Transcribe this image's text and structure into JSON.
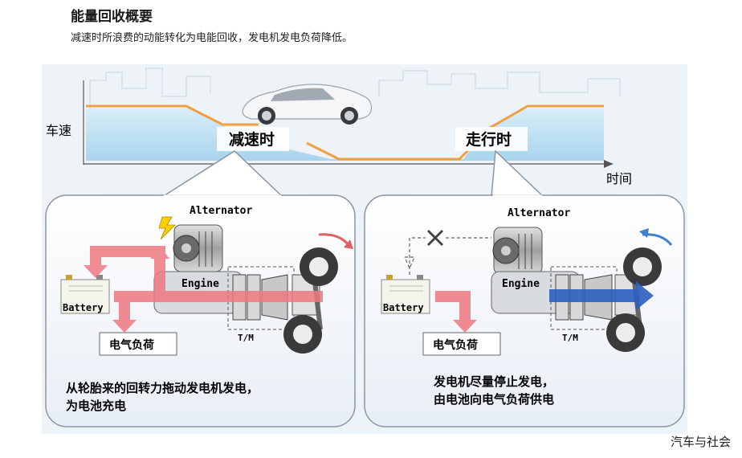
{
  "header": {
    "title": "能量回收概要",
    "subtitle": "减速时所浪费的动能转化为电能回收，发电机发电负荷降低。"
  },
  "speed_graph": {
    "y_axis_label": "车速",
    "x_axis_label": "时间",
    "phase_decel_label": "减速时",
    "phase_drive_label": "走行时"
  },
  "left_panel": {
    "alternator_label": "Alternator",
    "engine_label": "Engine",
    "battery_label": "Battery",
    "tm_label": "T/M",
    "load_label": "电气负荷",
    "caption_line1": "从轮胎来的回转力拖动发电机发电，",
    "caption_line2": "为电池充电"
  },
  "right_panel": {
    "alternator_label": "Alternator",
    "engine_label": "Engine",
    "battery_label": "Battery",
    "tm_label": "T/M",
    "load_label": "电气负荷",
    "caption_line1": "发电机尽量停止发电，",
    "caption_line2": "由电池向电气负荷供电"
  },
  "colors": {
    "regen_flow": "#f07880",
    "drive_flow": "#2d5fc0",
    "speed_line": "#f0a040",
    "sky_fill": "#b8def0"
  },
  "footer": {
    "watermark": "汽车与社会"
  }
}
